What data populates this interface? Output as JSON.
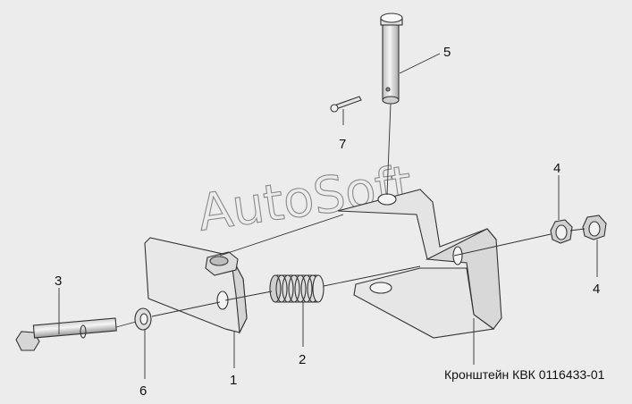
{
  "watermark": "AutoSoft",
  "caption": "Кронштейн КВК 0116433-01",
  "callouts": {
    "c1": "1",
    "c2": "2",
    "c3": "3",
    "c4a": "4",
    "c4b": "4",
    "c5": "5",
    "c6": "6",
    "c7": "7"
  },
  "colors": {
    "background": "#ececec",
    "part_fill": "#e6e6e6",
    "outline": "#333333"
  }
}
